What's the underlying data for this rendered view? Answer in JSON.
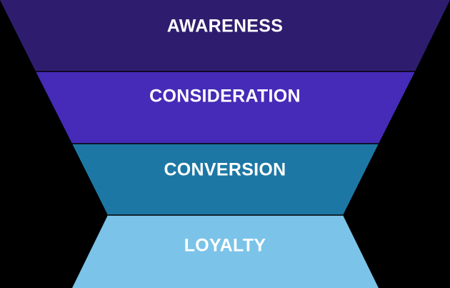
{
  "funnel": {
    "stages": [
      {
        "label": "AWARENESS",
        "color": "#2e1d6e"
      },
      {
        "label": "CONSIDERATION",
        "color": "#452bb7"
      },
      {
        "label": "CONVERSION",
        "color": "#1d77a4"
      },
      {
        "label": "LOYALTY",
        "color": "#7bc3e8"
      }
    ],
    "background_color": "#000000",
    "divider_color": "#000000"
  }
}
